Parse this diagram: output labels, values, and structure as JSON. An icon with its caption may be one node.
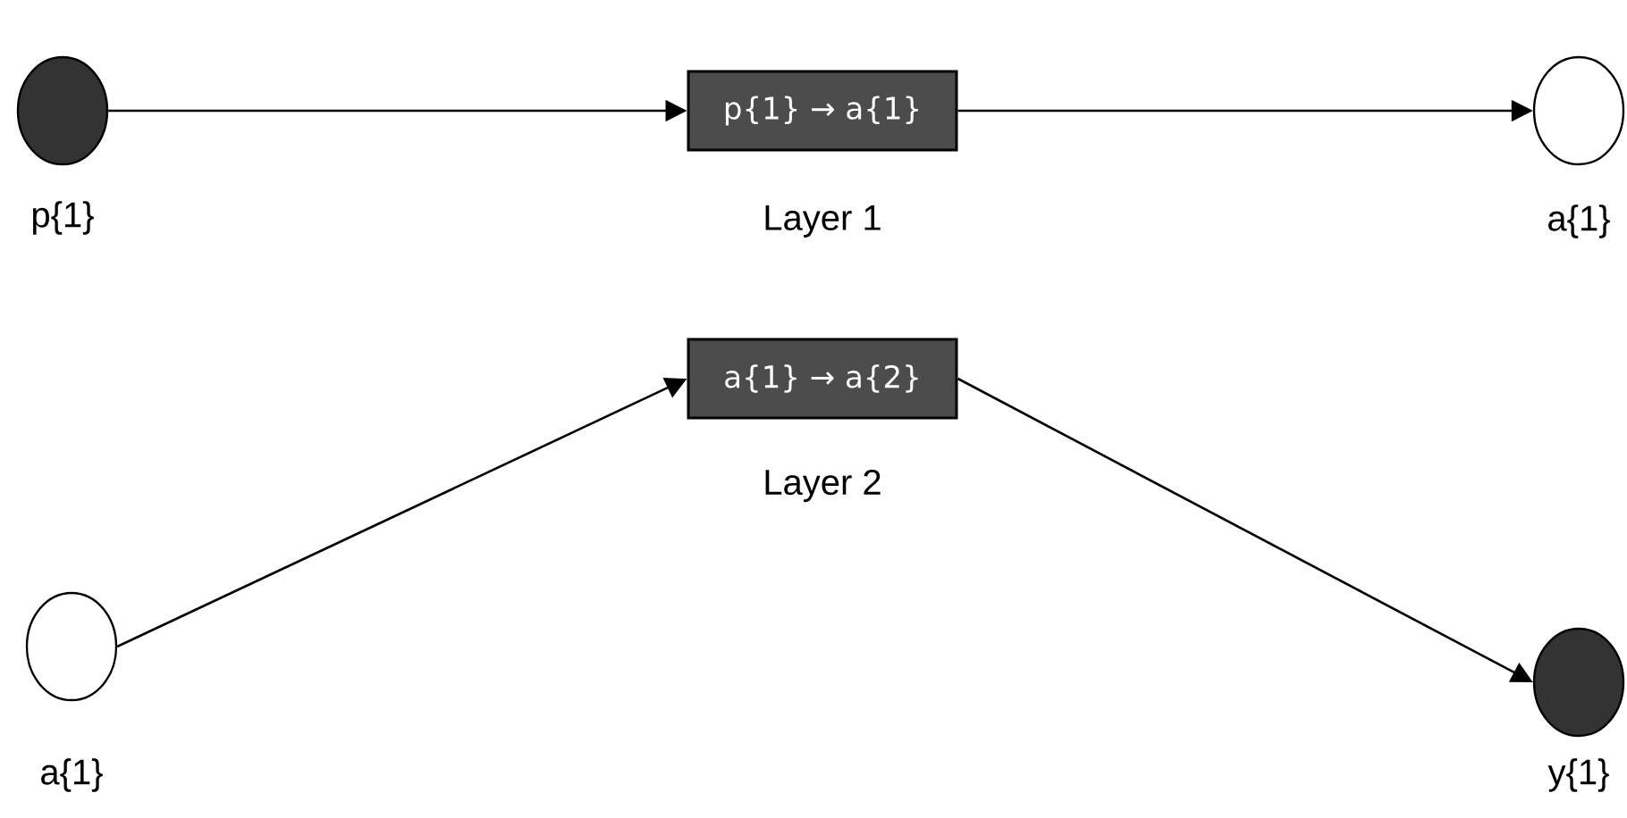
{
  "diagram": {
    "nodes": [
      {
        "text": [],
        "shape": "circle",
        "beside": [
          "p{1}"
        ]
      },
      {
        "text": [
          "p{1} → a{1}"
        ],
        "beside": [
          "Layer 1"
        ]
      },
      {
        "text": [],
        "shape": "circle",
        "beside": [
          "a{1}"
        ]
      },
      {
        "text": [],
        "shape": "circle",
        "beside": [
          "a{1}"
        ]
      },
      {
        "text": [
          "a{1} → a{2}"
        ],
        "beside": [
          "Layer 2"
        ]
      },
      {
        "text": [],
        "shape": "circle",
        "beside": [
          "y{1}"
        ]
      }
    ],
    "edges": [
      {
        "from": 0,
        "to": 1,
        "arrow": "to"
      },
      {
        "from": 1,
        "to": 2,
        "arrow": "to"
      },
      {
        "from": 3,
        "to": 4,
        "arrow": "to"
      },
      {
        "from": 4,
        "to": 5,
        "arrow": "to"
      }
    ]
  }
}
